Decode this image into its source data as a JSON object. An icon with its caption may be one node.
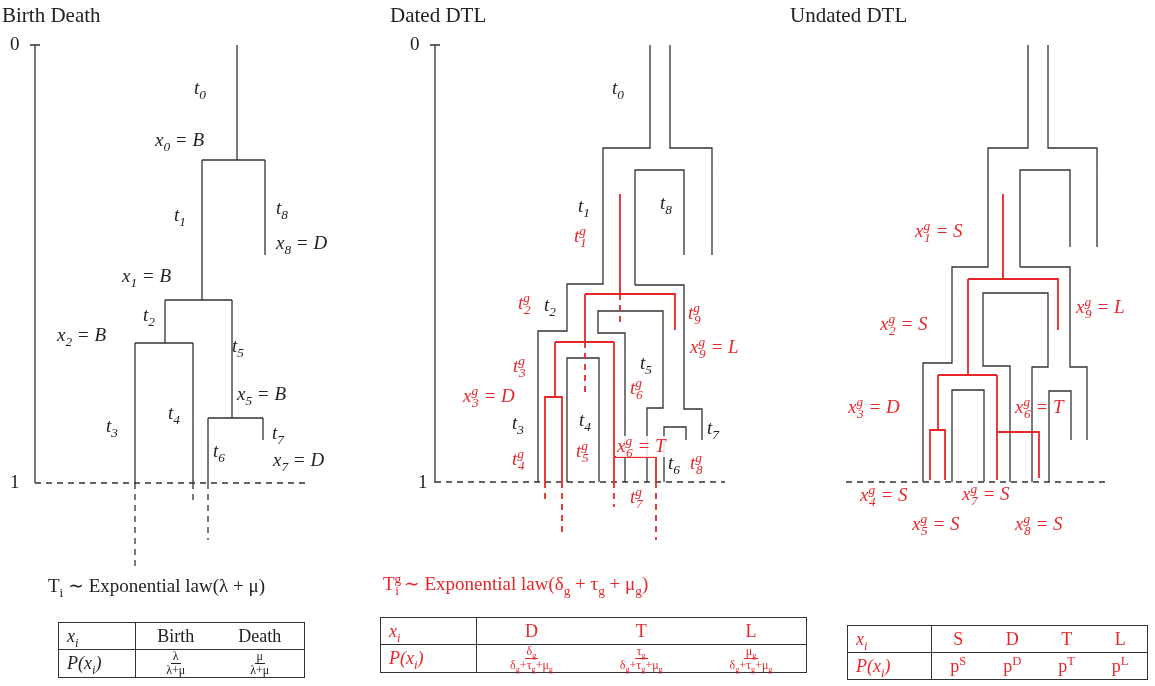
{
  "diagram": {
    "labels": [
      "Birth Death",
      "0",
      "t$_{0}$",
      "x$_{0}$ = B",
      "t$_{1}$",
      "t$_{8}$",
      "x$_{8}$ = D",
      "x$_{1}$ = B",
      "t$_{2}$",
      "x$_{2}$ = B",
      "t$_{5}$",
      "x$_{5}$ = B",
      "t$_{4}$",
      "t$_{3}$",
      "t$_{7}$",
      "t$_{6}$",
      "x$_{7}$ = D",
      "1",
      "T$_{i}$ ∼ Exponential law(λ + μ)",
      "x$_{i}$",
      "Birth",
      "Death",
      "P(x$_{i}$)",
      "λ",
      "λ+μ",
      "μ",
      "λ+μ",
      "Dated DTL",
      "0",
      "t$_{0}$",
      "t$_{1}$",
      "t$_{8}$",
      "t$^{g}$$_{1}$",
      "t$^{g}$$_{2}$",
      "t$_{2}$",
      "t$^{g}$$_{9}$",
      "x$^{g}$$_{9}$ = L",
      "t$^{g}$$_{3}$",
      "t$_{5}$",
      "x$^{g}$$_{3}$ = D",
      "t$^{g}$$_{6}$",
      "t$_{3}$",
      "t$_{4}$",
      "t$_{7}$",
      "x$^{g}$$_{6}$ = T",
      "t$^{g}$$_{4}$",
      "t$^{g}$$_{5}$",
      "t$_{6}$",
      "t$^{g}$$_{8}$",
      "1",
      "t$^{g}$$_{7}$",
      "T$^{g}$$_{i}$ ∼ Exponential law(δ$_{g}$ + τ$_{g}$ + μ$_{g}$)",
      "x$_{i}$",
      "D",
      "T",
      "L",
      "P(x$_{i}$)",
      "δ$_{g}$",
      "δ$_{g}$+τ$_{g}$+μ$_{g}$",
      "τ$_{g}$",
      "δ$_{g}$+τ$_{g}$+μ$_{g}$",
      "μ$_{g}$",
      "δ$_{g}$+τ$_{g}$+μ$_{g}$",
      "Undated DTL",
      "x$^{g}$$_{1}$ = S",
      "x$^{g}$$_{9}$ = L",
      "x$^{g}$$_{2}$ = S",
      "x$^{g}$$_{3}$ = D",
      "x$^{g}$$_{6}$ = T",
      "x$^{g}$$_{4}$ = S",
      "x$^{g}$$_{7}$ = S",
      "x$^{g}$$_{5}$ = S",
      "x$^{g}$$_{8}$ = S",
      "x$_{i}$",
      "S",
      "D",
      "T",
      "L",
      "P(x$_{i}$)",
      "p$^{S}$",
      "p$^{D}$",
      "p$^{T}$",
      "p$^{L}$"
    ]
  }
}
